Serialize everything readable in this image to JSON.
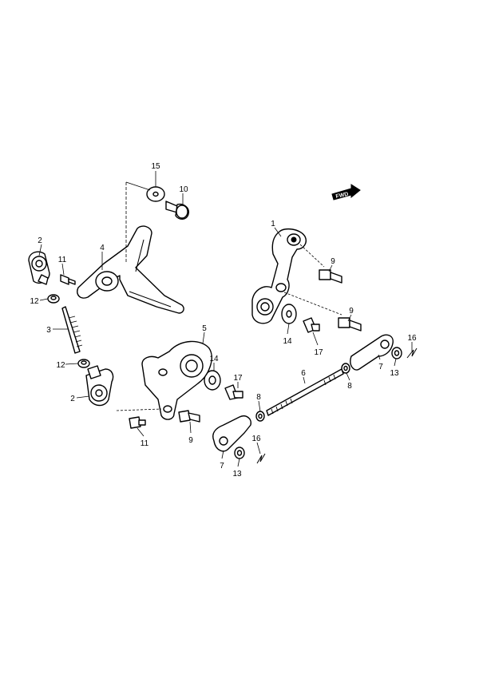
{
  "diagram": {
    "fwd_label": "FWD",
    "callouts": {
      "c15": "15",
      "c10": "10",
      "c2a": "2",
      "c11a": "11",
      "c4": "4",
      "c12a": "12",
      "c3": "3",
      "c12b": "12",
      "c2b": "2",
      "c1": "1",
      "c9a": "9",
      "c9b": "9",
      "c14a": "14",
      "c17a": "17",
      "c5": "5",
      "c14b": "14",
      "c17b": "17",
      "c6": "6",
      "c7a": "7",
      "c16a": "16",
      "c13a": "13",
      "c8a": "8",
      "c8b": "8",
      "c11b": "11",
      "c9c": "9",
      "c7b": "7",
      "c16b": "16",
      "c13b": "13"
    }
  }
}
